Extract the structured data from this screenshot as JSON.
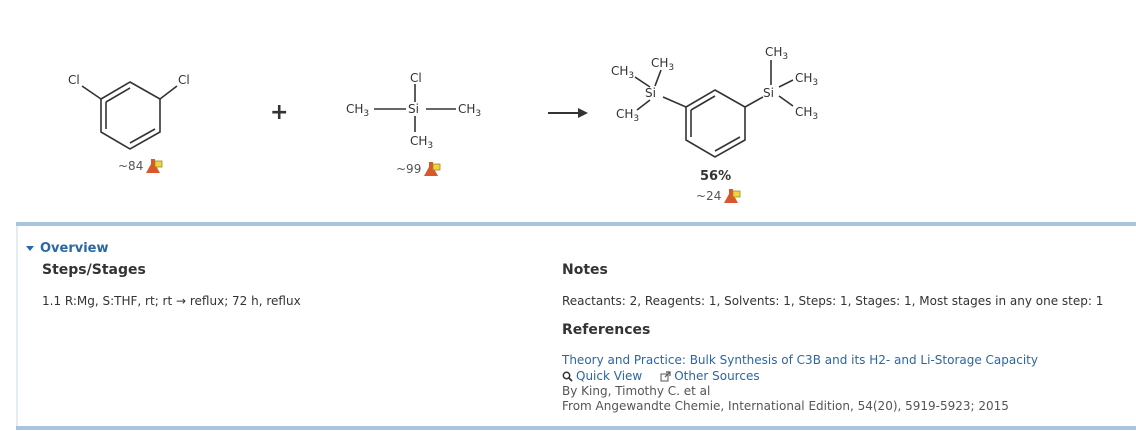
{
  "scheme": {
    "reactant1": {
      "atoms": {
        "cl_left": "Cl",
        "cl_right": "Cl"
      },
      "count": "~84"
    },
    "plus": "+",
    "reactant2": {
      "atoms": {
        "cl": "Cl",
        "si": "Si",
        "ch3_left": "CH",
        "ch3_right": "CH",
        "ch3_bottom": "CH",
        "sub3": "3"
      },
      "count": "~99"
    },
    "product": {
      "atoms": {
        "si": "Si",
        "ch": "CH",
        "sub3": "3"
      },
      "yield": "56%",
      "count": "~24"
    }
  },
  "overview": {
    "toggle_label": "Overview",
    "steps_heading": "Steps/Stages",
    "step_text": "1.1 R:Mg, S:THF, rt; rt → reflux; 72 h, reflux",
    "notes_heading": "Notes",
    "notes_text": "Reactants: 2, Reagents: 1, Solvents: 1, Steps: 1, Stages: 1, Most stages in any one step: 1",
    "references_heading": "References",
    "reference_title": "Theory and Practice: Bulk Synthesis of C3B and its H2- and Li-Storage Capacity",
    "quick_view": "Quick View",
    "other_sources": "Other Sources",
    "authors": "By King, Timothy C. et al",
    "source": "From Angewandte Chemie, International Edition, 54(20), 5919-5923; 2015"
  },
  "colors": {
    "accent": "#2a67a6",
    "panel_border": "#a9c4de",
    "flask": "#d9582a"
  }
}
